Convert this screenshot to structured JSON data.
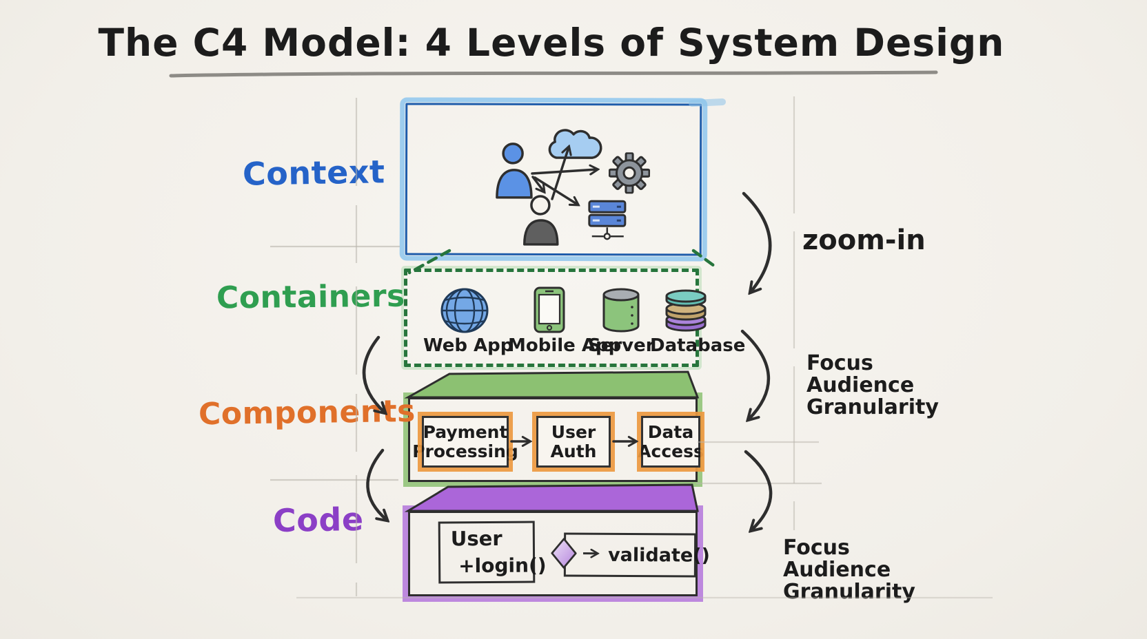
{
  "title": "The C4 Model: 4 Levels of System Design",
  "levels": [
    {
      "id": "context",
      "label": "Context",
      "color": "#2563c8"
    },
    {
      "id": "containers",
      "label": "Containers",
      "color": "#2f9e50"
    },
    {
      "id": "components",
      "label": "Components",
      "color": "#e0702a"
    },
    {
      "id": "code",
      "label": "Code",
      "color": "#8b3fc6"
    }
  ],
  "context_diagram": {
    "icons": [
      "user-icon",
      "cloud-icon",
      "gear-icon",
      "person-icon",
      "server-icon"
    ]
  },
  "containers_diagram": {
    "items": [
      {
        "label": "Web App",
        "icon": "globe-icon"
      },
      {
        "label": "Mobile App",
        "icon": "smartphone-icon"
      },
      {
        "label": "Server",
        "icon": "server-cylinder-icon"
      },
      {
        "label": "Database",
        "icon": "database-icon"
      }
    ]
  },
  "components_diagram": {
    "boxes": [
      {
        "label": "Payment Processing"
      },
      {
        "label": "User Auth"
      },
      {
        "label": "Data Access"
      }
    ]
  },
  "code_diagram": {
    "class_box": {
      "name": "User",
      "method": "+login()"
    },
    "flow_box": {
      "icon": "decision-diamond-icon",
      "label": "validate()"
    }
  },
  "annotations": {
    "zoom_in": "zoom-in",
    "containers_to_components": {
      "lines": [
        "Focus",
        "Audience",
        "Granularity"
      ]
    },
    "components_to_code": {
      "lines": [
        "Focus",
        "Audience",
        "Granularity"
      ]
    }
  }
}
